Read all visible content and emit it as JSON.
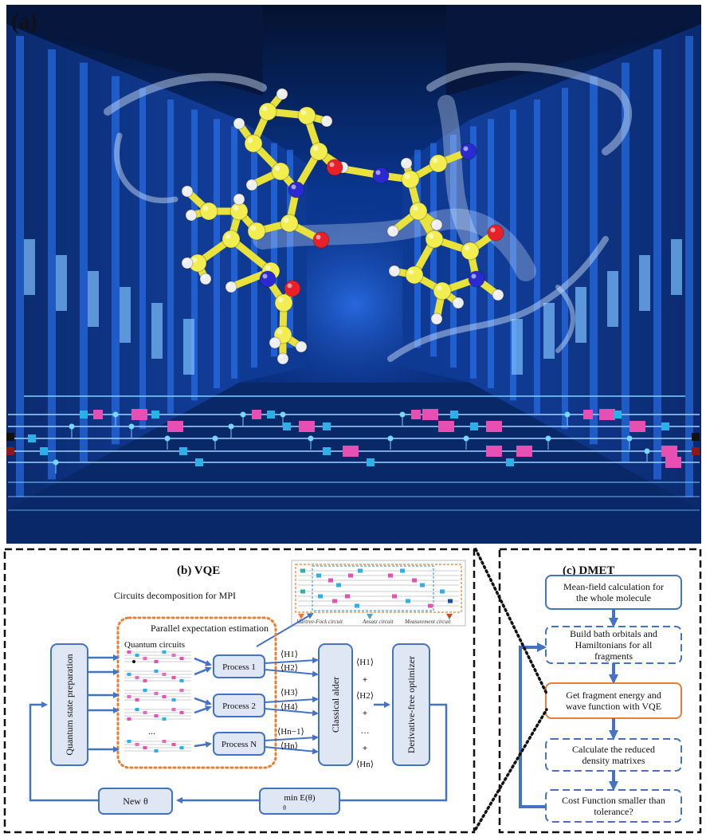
{
  "panel_a": {
    "label": "(a)"
  },
  "panel_b": {
    "title": "(b) VQE",
    "circuits_decomposition": "Circuits decomposition for MPI",
    "parallel_estimation": "Parallel expectation estimation",
    "quantum_circuits": "Quantum circuits",
    "state_prep": "Quantum state preparation",
    "processes": [
      "Process 1",
      "Process 2",
      "Process N"
    ],
    "ellipsis": "...",
    "expectations": [
      "⟨H1⟩",
      "⟨H2⟩",
      "⟨H3⟩",
      "⟨H4⟩",
      "⟨Hn−1⟩",
      "⟨Hn⟩"
    ],
    "adder": "Classical alder",
    "sum_terms": [
      "⟨H1⟩",
      "+",
      "⟨H2⟩",
      "+",
      "…",
      "+",
      "⟨Hn⟩"
    ],
    "optimizer": "Derivative-free optimizer",
    "minimize": "min E(θ)",
    "minimize_sub": "θ",
    "new_theta": "New θ",
    "inset_labels": [
      "Hartree-Fock circuit",
      "Ansatz circuit",
      "Measurement circuit"
    ]
  },
  "panel_c": {
    "title": "(c) DMET",
    "steps": [
      {
        "lines": [
          "Mean-field calculation for",
          "the whole molecule"
        ],
        "style": "solid-blue"
      },
      {
        "lines": [
          "Build bath orbitals and",
          "Hamiltonians for all",
          "fragments"
        ],
        "style": "dashed-blue"
      },
      {
        "lines": [
          "Get fragment energy and",
          "wave function with VQE"
        ],
        "style": "solid-orange"
      },
      {
        "lines": [
          "Calculate the reduced",
          "density matrixes"
        ],
        "style": "dashed-blue"
      },
      {
        "lines": [
          "Cost Function smaller than",
          "tolerance?"
        ],
        "style": "dashed-blue"
      }
    ]
  },
  "colors": {
    "box_fill": "#dfe6f4",
    "box_stroke": "#4472c4",
    "arrow": "#4472c4",
    "orange": "#ed7d31",
    "carbon": "#f2ee52",
    "nitrogen": "#2a2ad0",
    "oxygen": "#e8202a",
    "hydrogen": "#eeeeee",
    "gate_pink": "#e84fb2",
    "gate_blue": "#2bb0e8"
  }
}
